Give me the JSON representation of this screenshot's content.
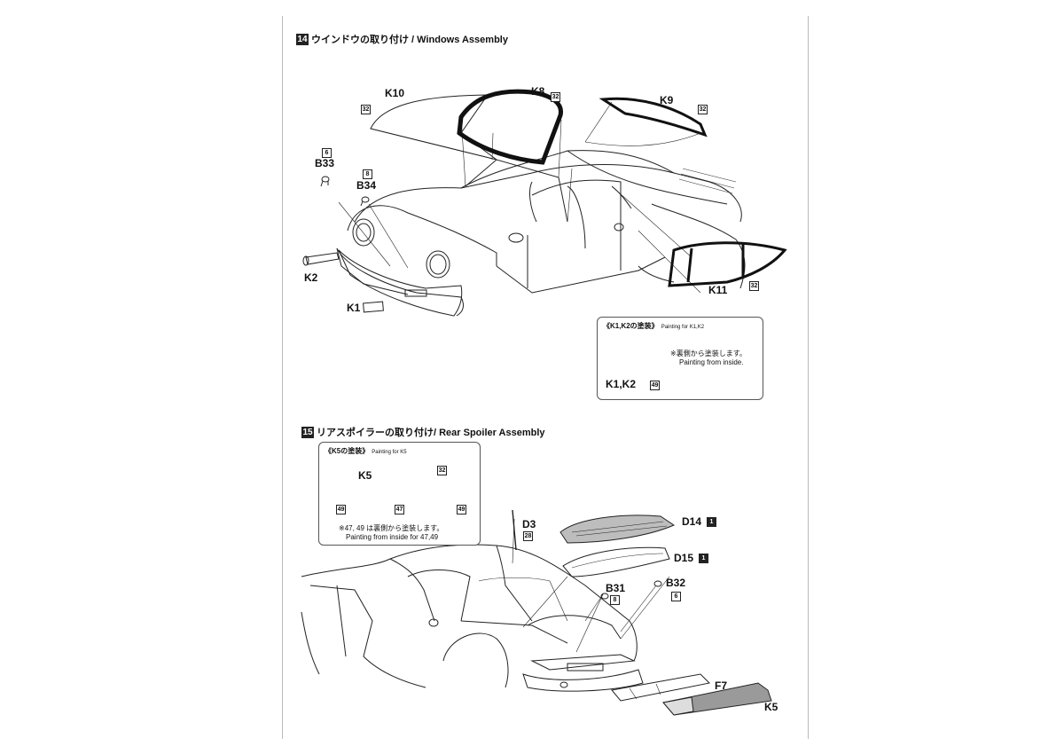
{
  "step14": {
    "number": "14",
    "title": "ウインドウの取り付け / Windows Assembly",
    "parts": {
      "k10": "K10",
      "k8": "K8",
      "k9": "K9",
      "k11": "K11",
      "b33": "B33",
      "b34": "B34",
      "k2": "K2",
      "k1": "K1"
    },
    "color_codes": {
      "k10": "32",
      "k8": "32",
      "k9": "32",
      "k11": "32",
      "b33": "6",
      "b34": "8"
    },
    "painting_box": {
      "title": "《K1,K2の塗装》",
      "title_en": "Painting for K1,K2",
      "note_jp": "※裏側から塗装します。",
      "note_en": "Painting from inside.",
      "part_label": "K1,K2",
      "color_code": "49"
    }
  },
  "step15": {
    "number": "15",
    "title": "リアスポイラーの取り付け/ Rear Spoiler Assembly",
    "parts": {
      "d3": "D3",
      "d14": "D14",
      "d15": "D15",
      "b31": "B31",
      "b32": "B32",
      "f7": "F7",
      "k5": "K5"
    },
    "color_codes": {
      "d3": "28",
      "d14": "1",
      "d15": "1",
      "b31": "8",
      "b32": "6"
    },
    "painting_box": {
      "title": "《K5の塗装》",
      "title_en": "Painting for K5",
      "part_label": "K5",
      "codes": {
        "top": "32",
        "left": "49",
        "center": "47",
        "right": "49"
      },
      "note_jp": "※47, 49 は裏側から塗装します。",
      "note_en": "Painting from inside for 47,49"
    }
  },
  "colors": {
    "ink": "#222222",
    "grey_fill": "#9a9a9a",
    "paper": "#ffffff"
  }
}
